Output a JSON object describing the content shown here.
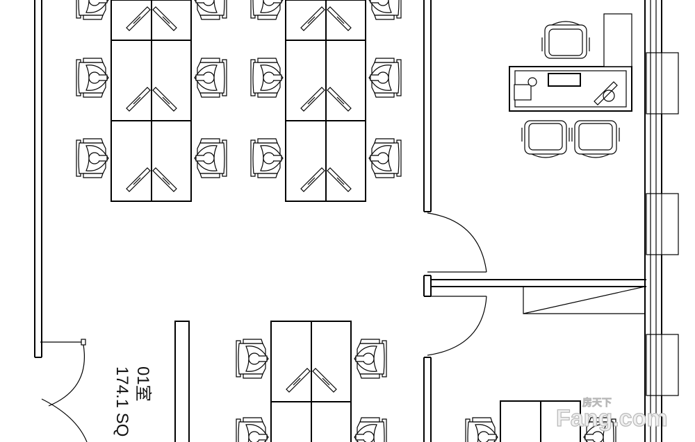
{
  "room": {
    "name": "01室",
    "area": "174.1 SQ"
  },
  "watermark": {
    "brand": "Fang.com",
    "brand_cn": "房天下"
  }
}
